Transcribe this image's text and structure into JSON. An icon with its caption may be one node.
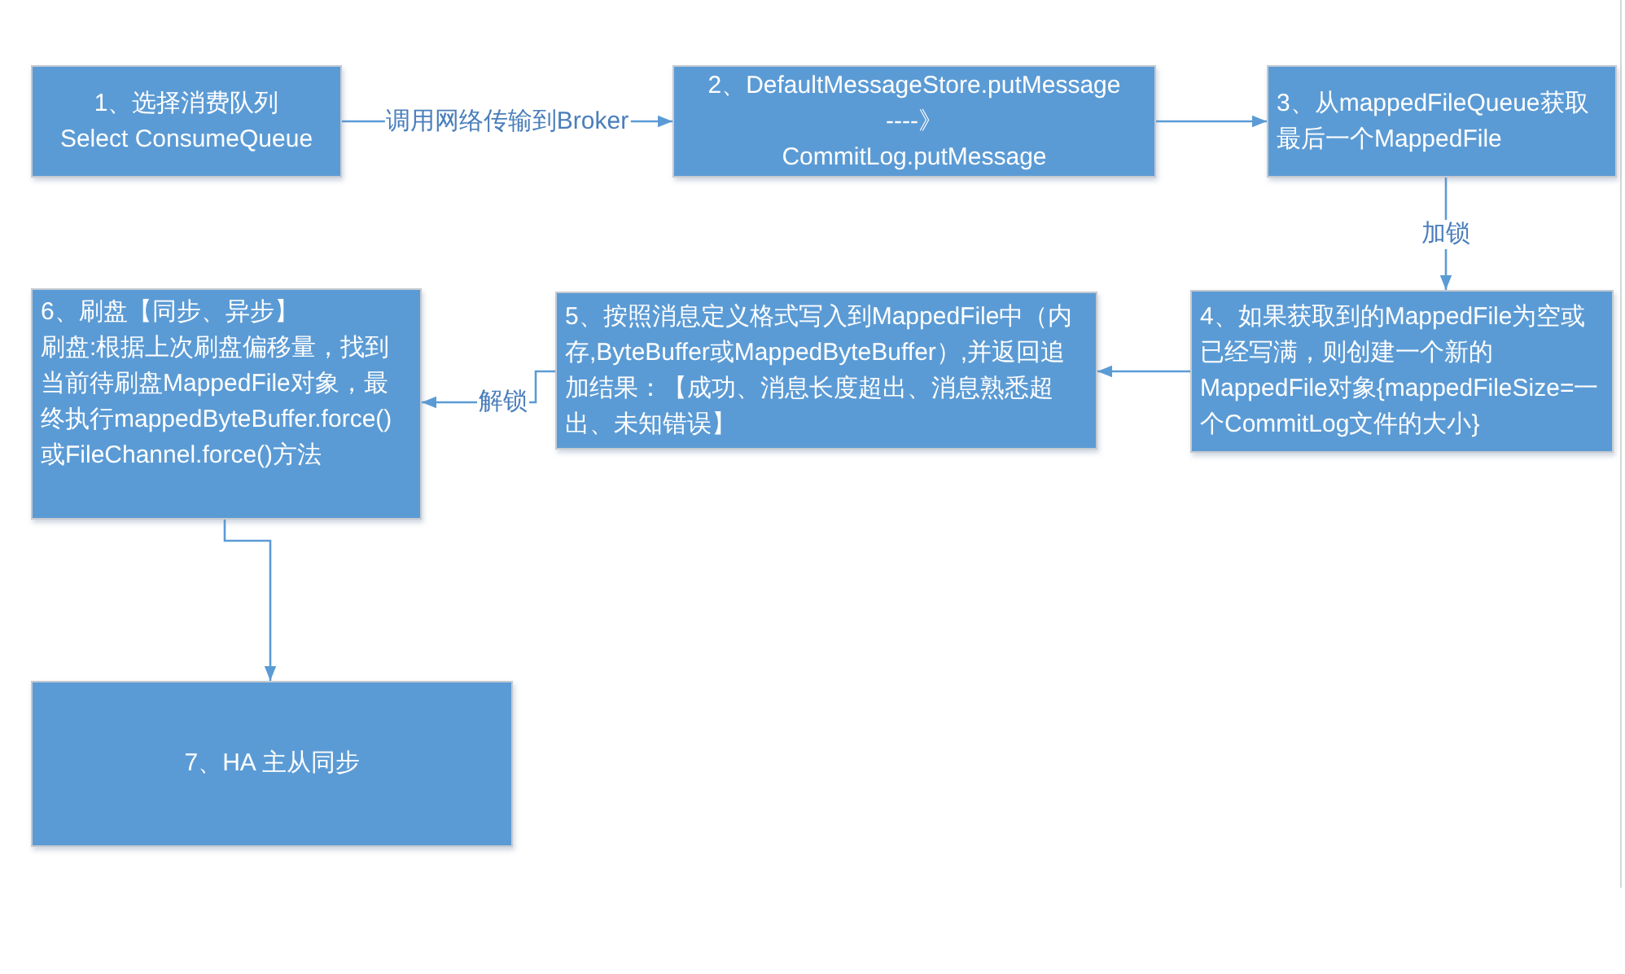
{
  "diagram": {
    "nodes": [
      {
        "text": [
          "1、选择消费队列 Select ConsumeQueue"
        ]
      },
      {
        "text": [
          "2、DefaultMessageStore.putMessage ----》 CommitLog.putMessage"
        ]
      },
      {
        "text": [
          "3、从mappedFileQueue获取最后一个MappedFile"
        ]
      },
      {
        "text": [
          "4、如果获取到的MappedFile为空或已经写满，则创建一个新的MappedFile对象{mappedFileSize=一个CommitLog文件的大小}"
        ]
      },
      {
        "text": [
          "5、按照消息定义格式写入到MappedFile中（内存,ByteBuffer或MappedByteBuffer）,并返回追加结果：【成功、消息长度超出、消息熟悉超出、未知错误】"
        ]
      },
      {
        "text": [
          "6、刷盘【同步、异步】",
          "刷盘:根据上次刷盘偏移量，找到当前待刷盘MappedFile对象，最终执行mappedByteBuffer.force()或FileChannel.force()方法"
        ]
      },
      {
        "text": [
          "7、HA 主从同步"
        ]
      }
    ],
    "edges": [
      {
        "from": 0,
        "to": 1,
        "arrow": "to",
        "label": "调用网络传输到Broker"
      },
      {
        "from": 1,
        "to": 2,
        "arrow": "to"
      },
      {
        "from": 2,
        "to": 3,
        "arrow": "to",
        "label": "加锁"
      },
      {
        "from": 3,
        "to": 4,
        "arrow": "to"
      },
      {
        "from": 4,
        "to": 5,
        "arrow": "to",
        "label": "解锁"
      },
      {
        "from": 5,
        "to": 6,
        "arrow": "to"
      }
    ]
  }
}
